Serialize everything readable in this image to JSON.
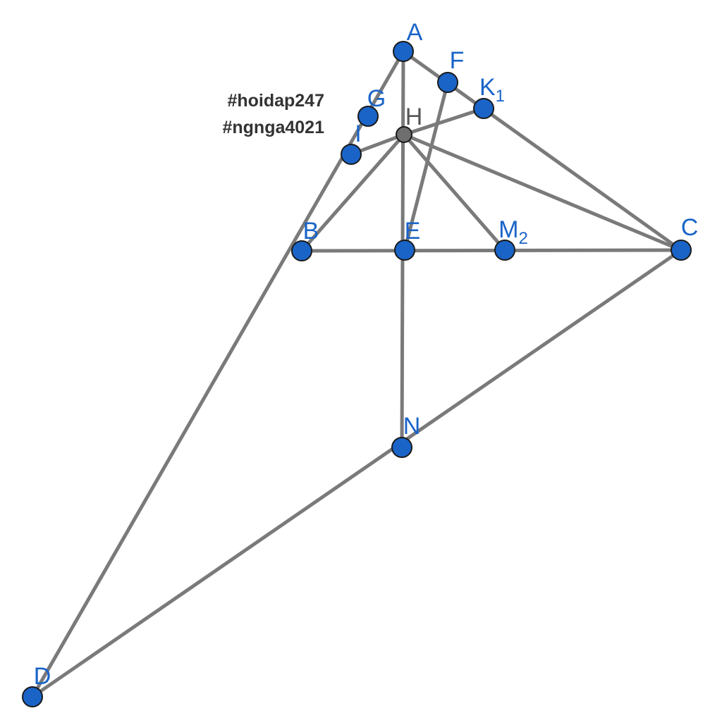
{
  "diagram": {
    "points": [
      {
        "name": "A",
        "sub": ""
      },
      {
        "name": "F",
        "sub": ""
      },
      {
        "name": "K",
        "sub": "1"
      },
      {
        "name": "G",
        "sub": ""
      },
      {
        "name": "H",
        "sub": ""
      },
      {
        "name": "I",
        "sub": ""
      },
      {
        "name": "B",
        "sub": ""
      },
      {
        "name": "E",
        "sub": ""
      },
      {
        "name": "M",
        "sub": "2"
      },
      {
        "name": "C",
        "sub": ""
      },
      {
        "name": "N",
        "sub": ""
      },
      {
        "name": "D",
        "sub": ""
      }
    ],
    "segments": [
      [
        "A",
        "D"
      ],
      [
        "A",
        "C"
      ],
      [
        "B",
        "C"
      ],
      [
        "D",
        "C"
      ],
      [
        "A",
        "N"
      ],
      [
        "H",
        "B"
      ],
      [
        "H",
        "I"
      ],
      [
        "H",
        "K"
      ],
      [
        "H",
        "C"
      ],
      [
        "H",
        "M"
      ],
      [
        "F",
        "E"
      ]
    ],
    "colors": {
      "segment": "#7a7a7a",
      "point_fill": "#1a64c8",
      "special_point_fill": "#6e6e6e",
      "label": "#1a64c8",
      "special_label": "#555555",
      "watermark": "#333333"
    }
  },
  "watermark": {
    "line1": "#hoidap247",
    "line2": "#ngnga4021"
  }
}
